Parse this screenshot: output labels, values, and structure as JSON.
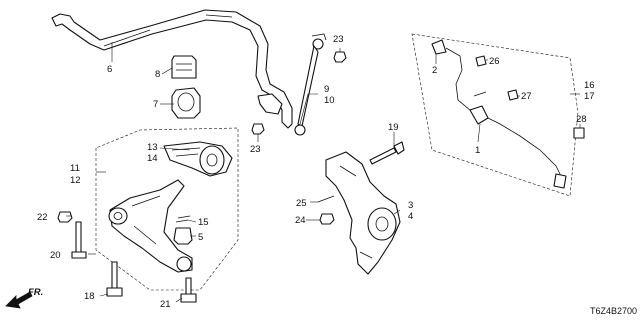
{
  "callouts": {
    "c1": "1",
    "c2": "2",
    "c3": "3",
    "c4": "4",
    "c5": "5",
    "c6": "6",
    "c7": "7",
    "c8": "8",
    "c9": "9",
    "c10": "10",
    "c11": "11",
    "c12": "12",
    "c13": "13",
    "c14": "14",
    "c15": "15",
    "c16": "16",
    "c17": "17",
    "c18": "18",
    "c19": "19",
    "c20": "20",
    "c21": "21",
    "c22": "22",
    "c23a": "23",
    "c23b": "23",
    "c24": "24",
    "c25": "25",
    "c26": "26",
    "c27": "27",
    "c28": "28"
  },
  "direction_label": "FR.",
  "diagram_code": "T6Z4B2700"
}
